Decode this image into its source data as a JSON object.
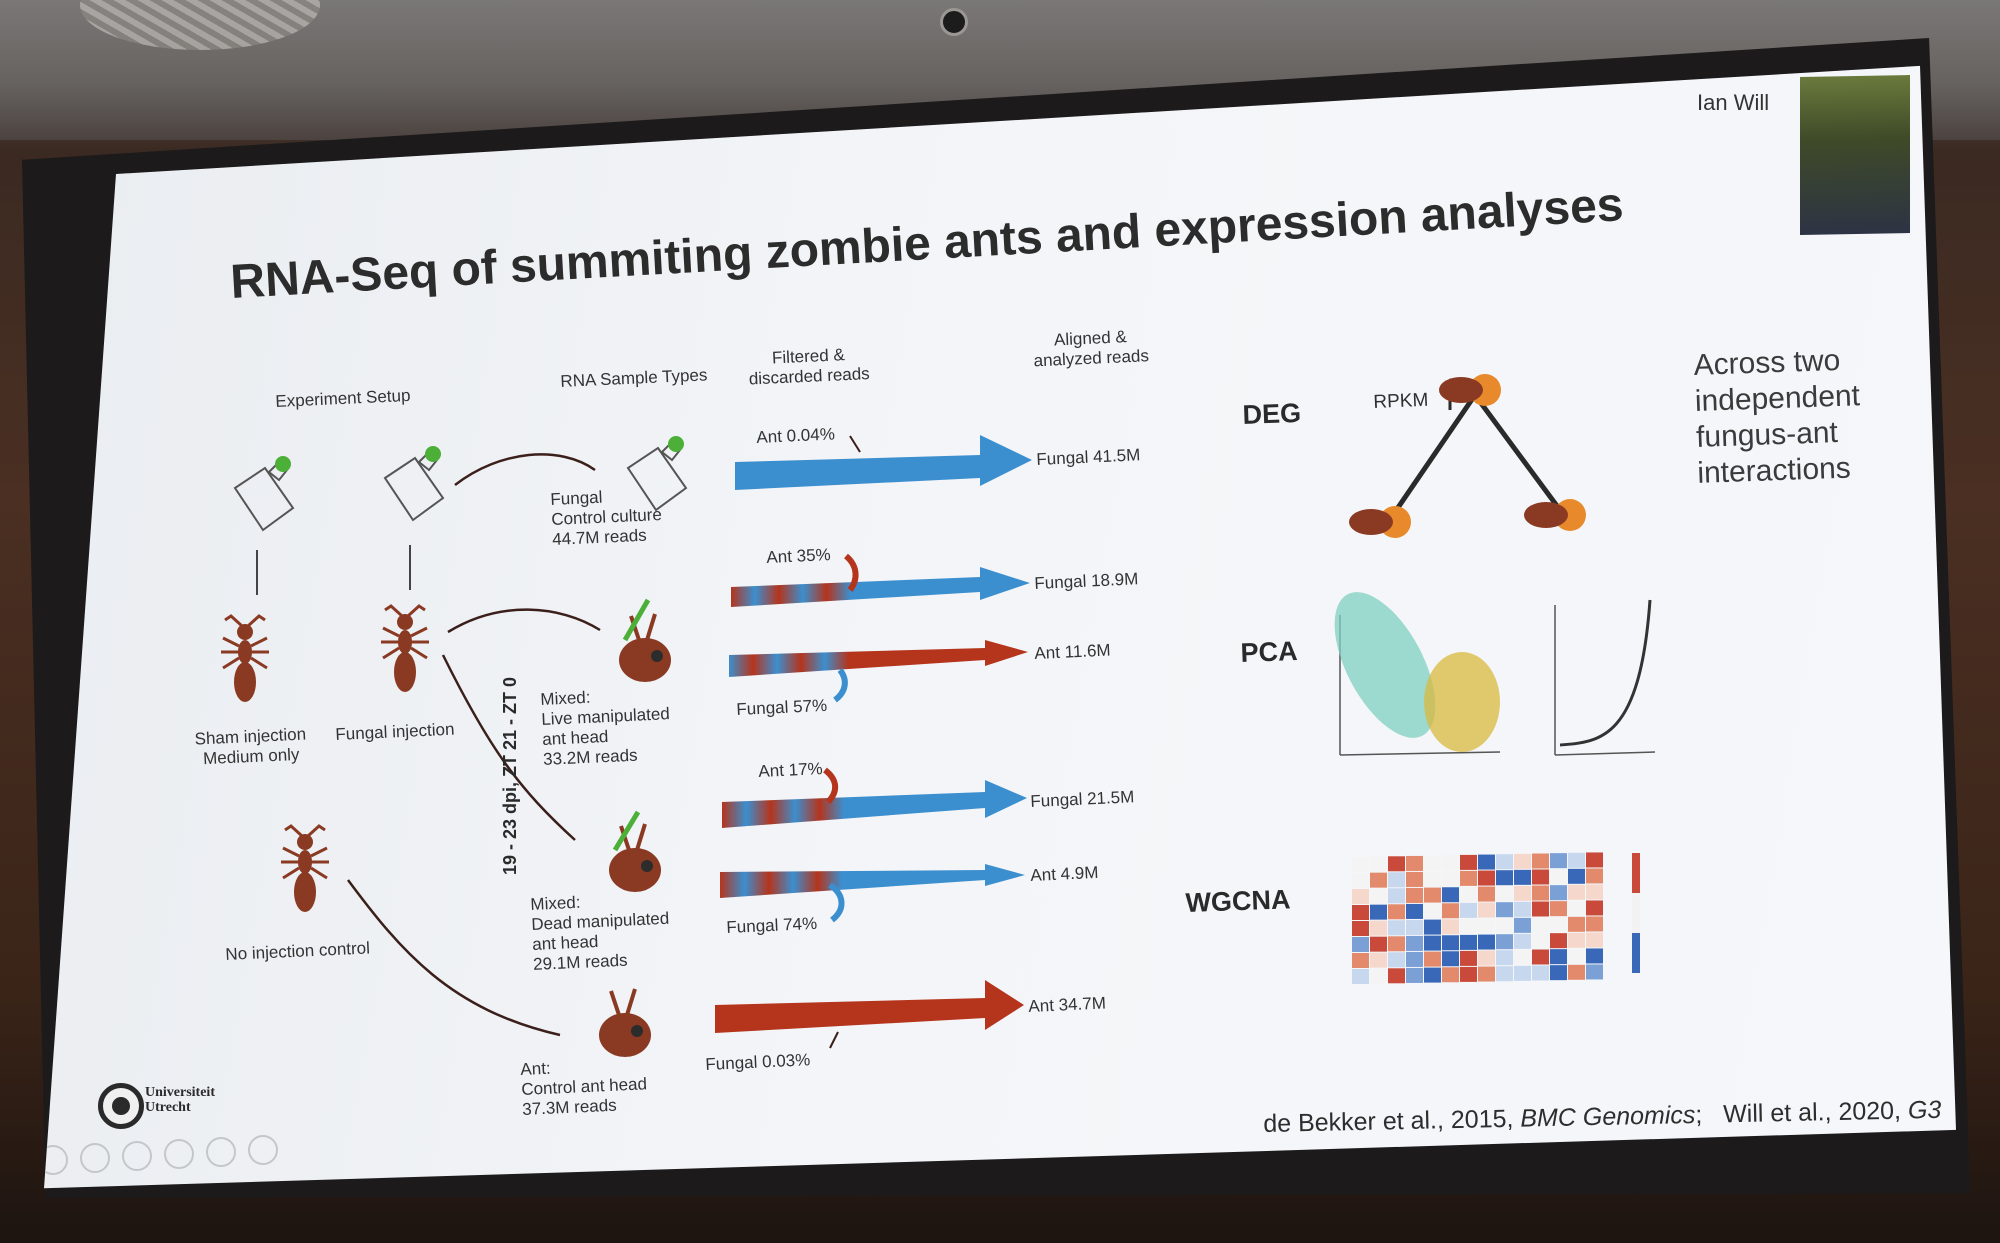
{
  "slide": {
    "title": "RNA-Seq of summiting zombie ants and expression analyses",
    "presenter_name": "Ian Will",
    "column_headers": {
      "experiment": "Experiment Setup",
      "sample_types": "RNA Sample Types",
      "filtered": "Filtered & discarded reads",
      "aligned": "Aligned & analyzed reads"
    },
    "setup_labels": {
      "sham": "Sham injection Medium only",
      "fungal": "Fungal injection",
      "none": "No injection control"
    },
    "timeline_label": "19 - 23 dpi, ZT 21 - ZT 0",
    "samples": [
      {
        "lines": [
          "Fungal",
          "Control culture",
          "44.7M reads"
        ]
      },
      {
        "lines": [
          "Mixed:",
          "Live manipulated",
          "ant head",
          "33.2M reads"
        ]
      },
      {
        "lines": [
          "Mixed:",
          "Dead manipulated",
          "ant head",
          "29.1M reads"
        ]
      },
      {
        "lines": [
          "Ant:",
          "Control ant head",
          "37.3M reads"
        ]
      }
    ],
    "flows": [
      {
        "discarded": "Ant 0.04%",
        "aligned": "Fungal 41.5M"
      },
      {
        "discarded": "Ant 35%",
        "aligned": "Fungal 18.9M"
      },
      {
        "discarded": "Fungal 57%",
        "aligned": "Ant 11.6M"
      },
      {
        "discarded": "Ant 17%",
        "aligned": "Fungal 21.5M"
      },
      {
        "discarded": "Fungal 74%",
        "aligned": "Ant 4.9M"
      },
      {
        "discarded": "Fungal 0.03%",
        "aligned": "Ant 34.7M"
      }
    ],
    "analyses": {
      "deg": "DEG",
      "rpkm": "RPKM",
      "pca": "PCA",
      "wgcna": "WGCNA"
    },
    "note": "Across two independent fungus-ant interactions",
    "citation": {
      "part1": "de Bekker et al., 2015, ",
      "journal1": "BMC Genomics",
      "sep": ";",
      "part2": "Will et al., 2020, ",
      "journal2": "G3"
    },
    "logo_text": [
      "Universiteit",
      "Utrecht"
    ]
  },
  "colors": {
    "fungal_blue": "#3b8fcf",
    "ant_red": "#b5341c",
    "ant_body": "#8a3a22",
    "orange": "#e88a2c",
    "green": "#4caf38"
  }
}
